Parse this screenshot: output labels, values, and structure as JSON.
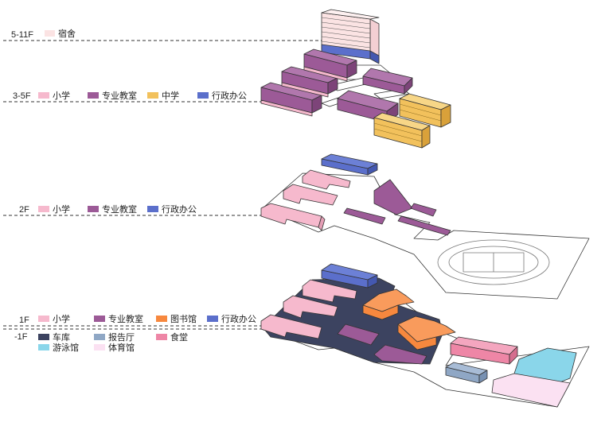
{
  "levels": {
    "f5_11": "5-11F",
    "f3_5": "3-5F",
    "f2": "2F",
    "f1": "1F",
    "fb1": "-1F"
  },
  "legend": {
    "dorm": "宿舍",
    "primary": "小学",
    "special": "专业教室",
    "middle": "中学",
    "admin": "行政办公",
    "library": "图书馆",
    "garage": "车库",
    "auditorium": "报告厅",
    "canteen": "食堂",
    "pool": "游泳馆",
    "gym": "体育馆"
  },
  "colors": {
    "dorm": "#fbe3e3",
    "primary": "#f6b9cd",
    "special": "#9c5a97",
    "middle": "#f2c15c",
    "admin": "#5b6fcb",
    "library": "#f7883e",
    "garage": "#3c4360",
    "auditorium": "#8fa7c5",
    "canteen": "#ee86a6",
    "pool": "#8ad6ea",
    "gym": "#fbe1f2",
    "outline": "#333333",
    "ground": "#ffffff"
  }
}
